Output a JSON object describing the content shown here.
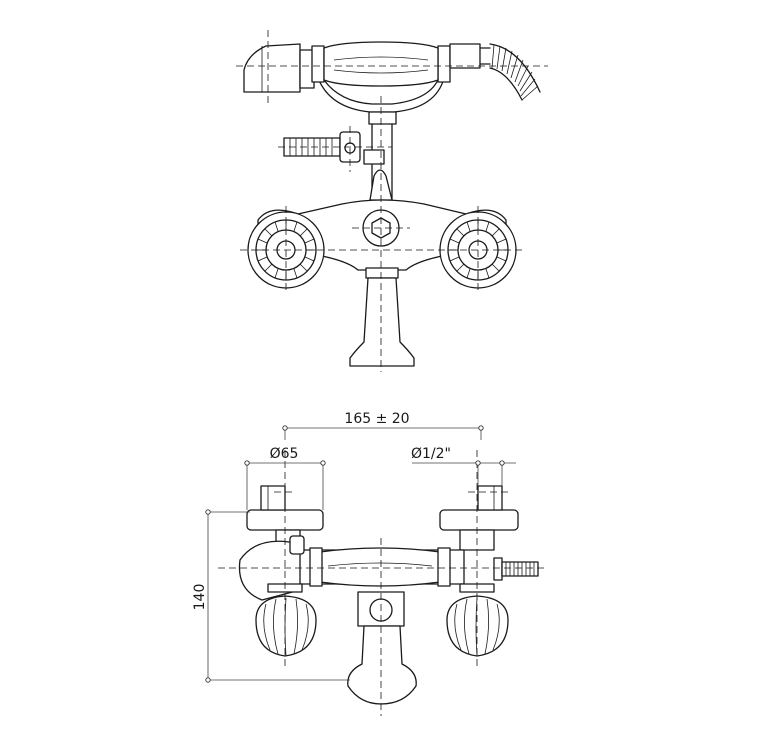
{
  "dimensions": {
    "centers": "165 ± 20",
    "diameter_base": "Ø65",
    "thread": "Ø1/2\"",
    "height": "140"
  }
}
